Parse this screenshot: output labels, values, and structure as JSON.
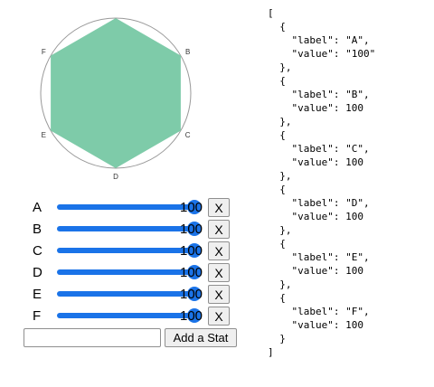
{
  "stats": [
    {
      "label": "A",
      "value": 100
    },
    {
      "label": "B",
      "value": 100
    },
    {
      "label": "C",
      "value": 100
    },
    {
      "label": "D",
      "value": 100
    },
    {
      "label": "E",
      "value": 100
    },
    {
      "label": "F",
      "value": 100
    }
  ],
  "slider_max": 100,
  "remove_button_label": "X",
  "add_stat": {
    "input_value": "",
    "button_label": "Add a Stat"
  },
  "json_output": "[\n  {\n    \"label\": \"A\",\n    \"value\": \"100\"\n  },\n  {\n    \"label\": \"B\",\n    \"value\": 100\n  },\n  {\n    \"label\": \"C\",\n    \"value\": 100\n  },\n  {\n    \"label\": \"D\",\n    \"value\": 100\n  },\n  {\n    \"label\": \"E\",\n    \"value\": 100\n  },\n  {\n    \"label\": \"F\",\n    \"value\": 100\n  }\n]",
  "colors": {
    "polygon_fill": "#7ecba9",
    "circle_stroke": "#999999",
    "slider_accent": "#1a73e8"
  }
}
